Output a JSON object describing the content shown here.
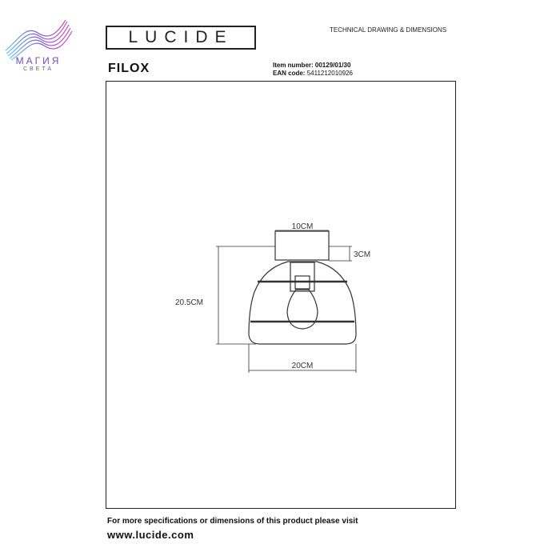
{
  "shop_logo": {
    "name": "МАГИЯ",
    "sub": "СВЕТА"
  },
  "brand": "LUCIDE",
  "doc_type": "TECHNICAL DRAWING & DIMENSIONS",
  "product": "FILOX",
  "item_number": {
    "label": "Item number:",
    "value": "00129/01/30"
  },
  "ean": {
    "label": "EAN code:",
    "value": "5411212010926"
  },
  "dimensions": {
    "canopy_width": "10CM",
    "canopy_height": "3CM",
    "total_height": "20.5CM",
    "shade_width": "20CM"
  },
  "footer": {
    "note": "For more specifications or dimensions of this product please visit",
    "url": "www.lucide.com"
  }
}
